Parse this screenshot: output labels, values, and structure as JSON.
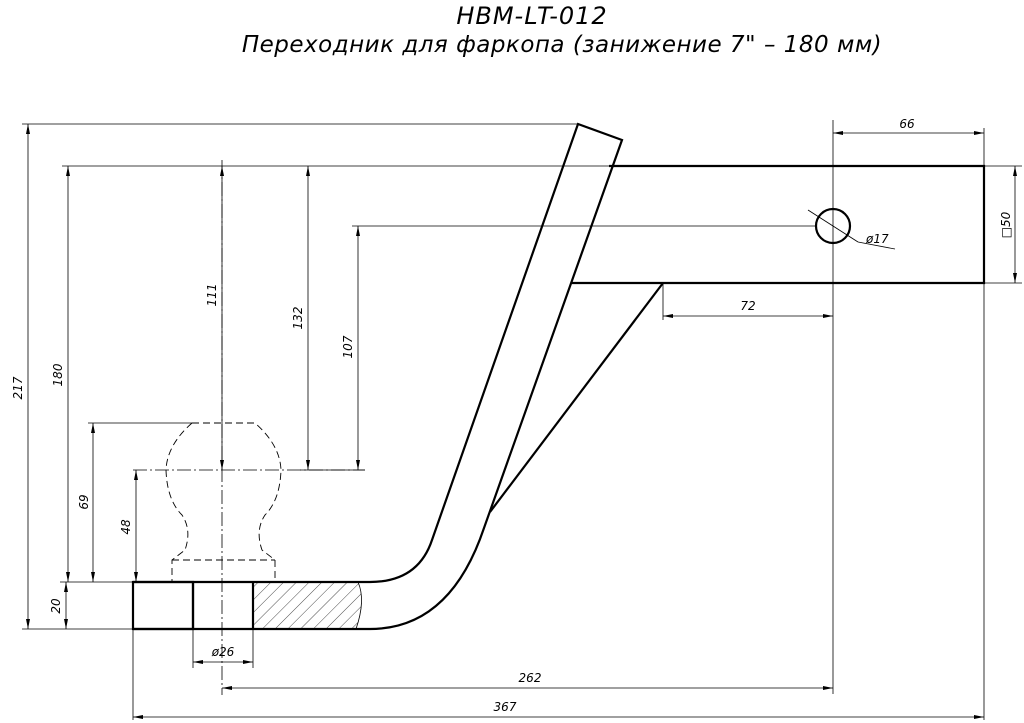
{
  "title": {
    "code": "HBM-LT-012",
    "name": "Переходник для фаркопа (занижение 7\" – 180 мм)"
  },
  "dimensions": {
    "d217": "217",
    "d180": "180",
    "d111": "111",
    "d132": "132",
    "d107": "107",
    "d69": "69",
    "d48": "48",
    "d20": "20",
    "d66": "66",
    "d50": "□50",
    "d72": "72",
    "d17": "ø17",
    "d26": "ø26",
    "d262": "262",
    "d367": "367"
  }
}
